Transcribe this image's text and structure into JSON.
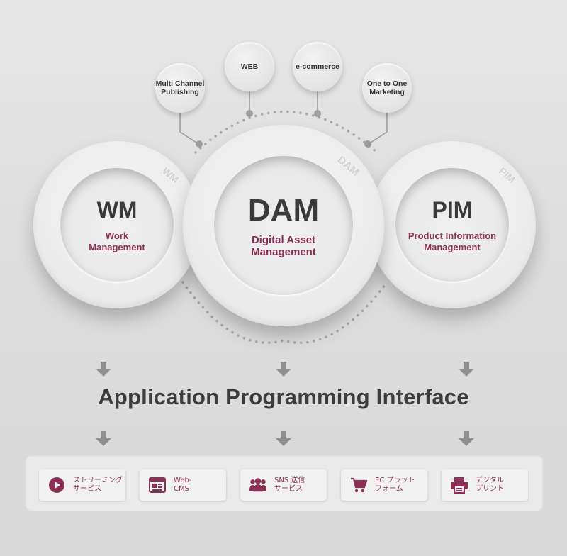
{
  "satellites": {
    "multi_channel": "Multi Channel\nPublishing",
    "web": "WEB",
    "ecommerce": "e-commerce",
    "one_to_one": "One to One\nMarketing"
  },
  "modules": {
    "wm": {
      "abbr": "WM",
      "full": "Work\nManagement",
      "rim": "WM"
    },
    "dam": {
      "abbr": "DAM",
      "full": "Digital Asset\nManagement",
      "rim": "DAM"
    },
    "pim": {
      "abbr": "PIM",
      "full": "Product Information\nManagement",
      "rim": "PIM"
    }
  },
  "api_title": "Application Programming Interface",
  "outputs": [
    {
      "label": "ストリーミング\nサービス",
      "icon": "play-icon"
    },
    {
      "label": "Web-\nCMS",
      "icon": "browser-icon"
    },
    {
      "label": "SNS 送信\nサービス",
      "icon": "people-icon"
    },
    {
      "label": "EC プラット\nフォーム",
      "icon": "cart-icon"
    },
    {
      "label": "デジタル\nプリント",
      "icon": "printer-icon"
    }
  ],
  "colors": {
    "accent": "#8a2f55",
    "text_dark": "#3a3a3a",
    "icon": "#8a2f55",
    "arrow": "#8f8f8f"
  }
}
